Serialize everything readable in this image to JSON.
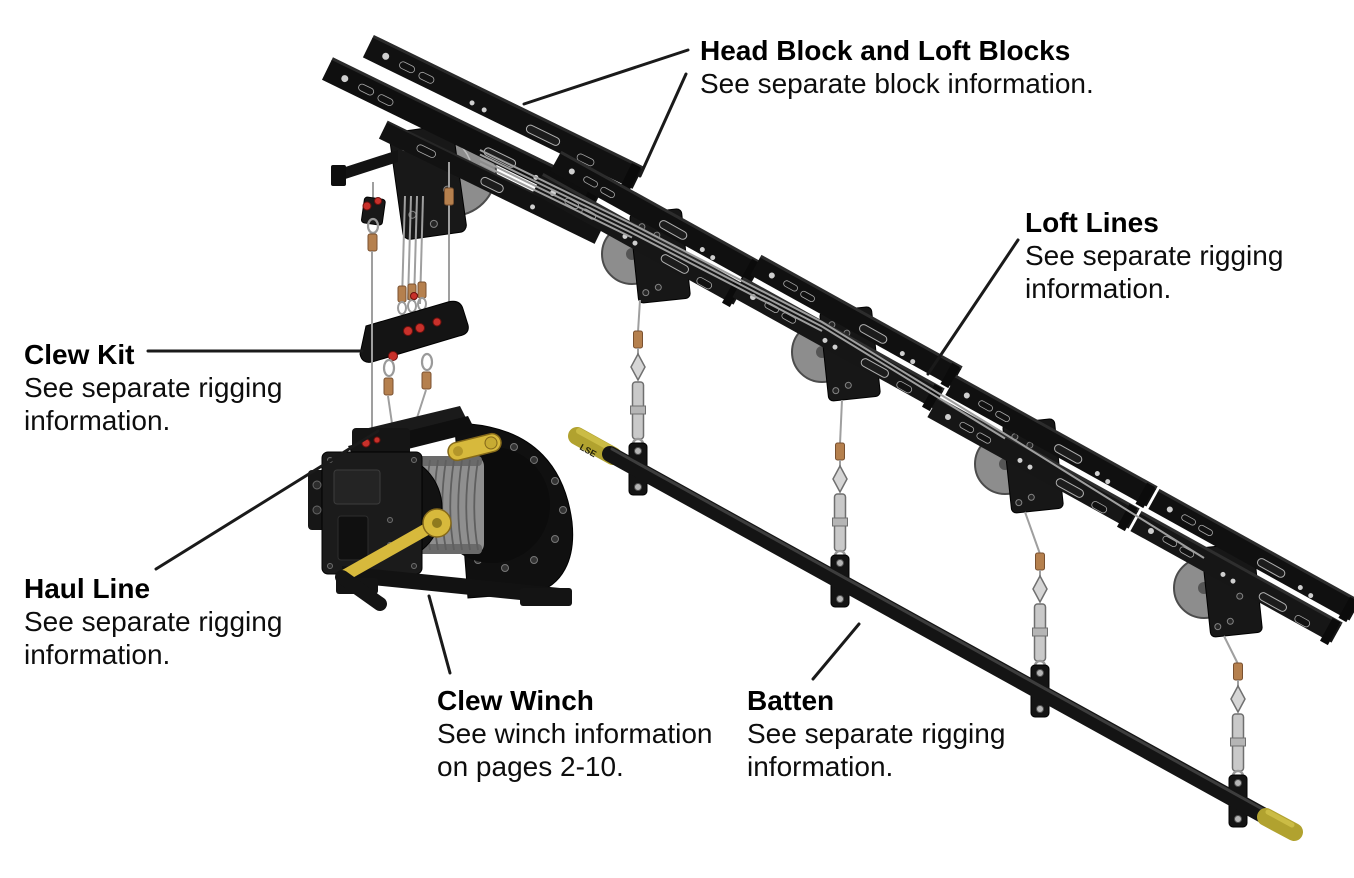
{
  "figure": {
    "type": "technical-diagram",
    "subject": "Clew winch rigging system overview",
    "background": "#ffffff",
    "callouts": {
      "head_block": {
        "title": "Head Block and Loft Blocks",
        "line1": "See separate block information."
      },
      "loft_lines": {
        "title": "Loft Lines",
        "line1": "See separate rigging",
        "line2": "information."
      },
      "clew_kit": {
        "title": "Clew Kit",
        "line1": "See separate rigging",
        "line2": "information."
      },
      "haul_line": {
        "title": "Haul Line",
        "line1": "See separate rigging",
        "line2": "information."
      },
      "clew_winch": {
        "title": "Clew Winch",
        "line1": "See winch information",
        "line2": "on pages 2-10."
      },
      "batten": {
        "title": "Batten",
        "line1": "See separate rigging",
        "line2": "information."
      }
    },
    "illustration": {
      "batten_endcap_text": "LSE",
      "loft_block_count": 4,
      "colors": {
        "hardware_black": "#141414",
        "cable_gray": "#9f9f9f",
        "sheave_gray": "#8d8d8d",
        "swage_copper": "#b5804e",
        "turnbuckle_gray": "#c9c9c9",
        "crank_yellow": "#d7b93c",
        "fitting_red": "#c8312b",
        "endcap_olive": "#b1a22f",
        "leader_line": "#1a1a1a"
      }
    }
  }
}
